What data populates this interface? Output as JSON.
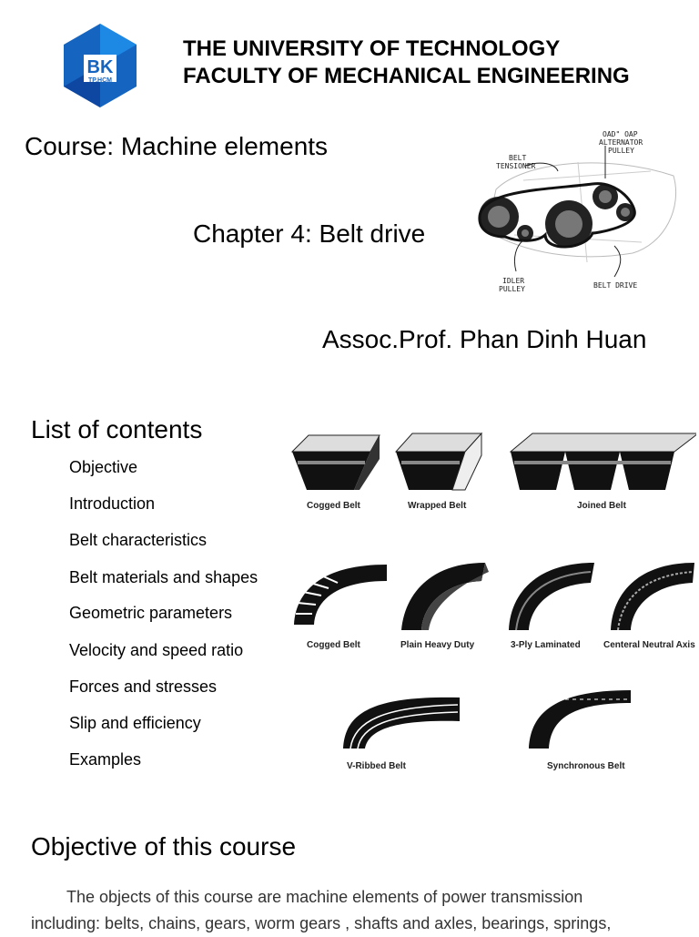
{
  "header": {
    "logo_text": "BK",
    "logo_subtext": "TP.HCM",
    "line1": "THE UNIVERSITY OF TECHNOLOGY",
    "line2": "FACULTY OF MECHANICAL ENGINEERING",
    "brand_color": "#1565c0"
  },
  "course": "Course: Machine elements",
  "chapter": "Chapter 4: Belt drive",
  "author": "Assoc.Prof. Phan Dinh Huan",
  "engine_figure": {
    "labels": [
      "OAD\" OAP",
      "ALTERNATOR",
      "PULLEY",
      "BELT",
      "TENSIONER",
      "IDLER",
      "PULLEY",
      "BELT DRIVE"
    ]
  },
  "contents": {
    "title": "List of contents",
    "items": [
      "Objective",
      "Introduction",
      "Belt characteristics",
      "Belt materials and shapes",
      "Geometric parameters",
      "Velocity and speed ratio",
      "Forces and stresses",
      "Slip and efficiency",
      "Examples"
    ]
  },
  "belt_figure": {
    "labels": [
      "Cogged Belt",
      "Wrapped Belt",
      "Joined Belt",
      "Cogged Belt",
      "Plain Heavy Duty",
      "3-Ply Laminated",
      "Centeral Neutral Axis",
      "V-Ribbed Belt",
      "Synchronous Belt"
    ]
  },
  "objective": {
    "title": "Objective of this course",
    "paragraph_line1": "The objects of this course are machine elements of power transmission",
    "paragraph_line2": "including: belts, chains, gears, worm gears , shafts and axles, bearings, springs,"
  }
}
